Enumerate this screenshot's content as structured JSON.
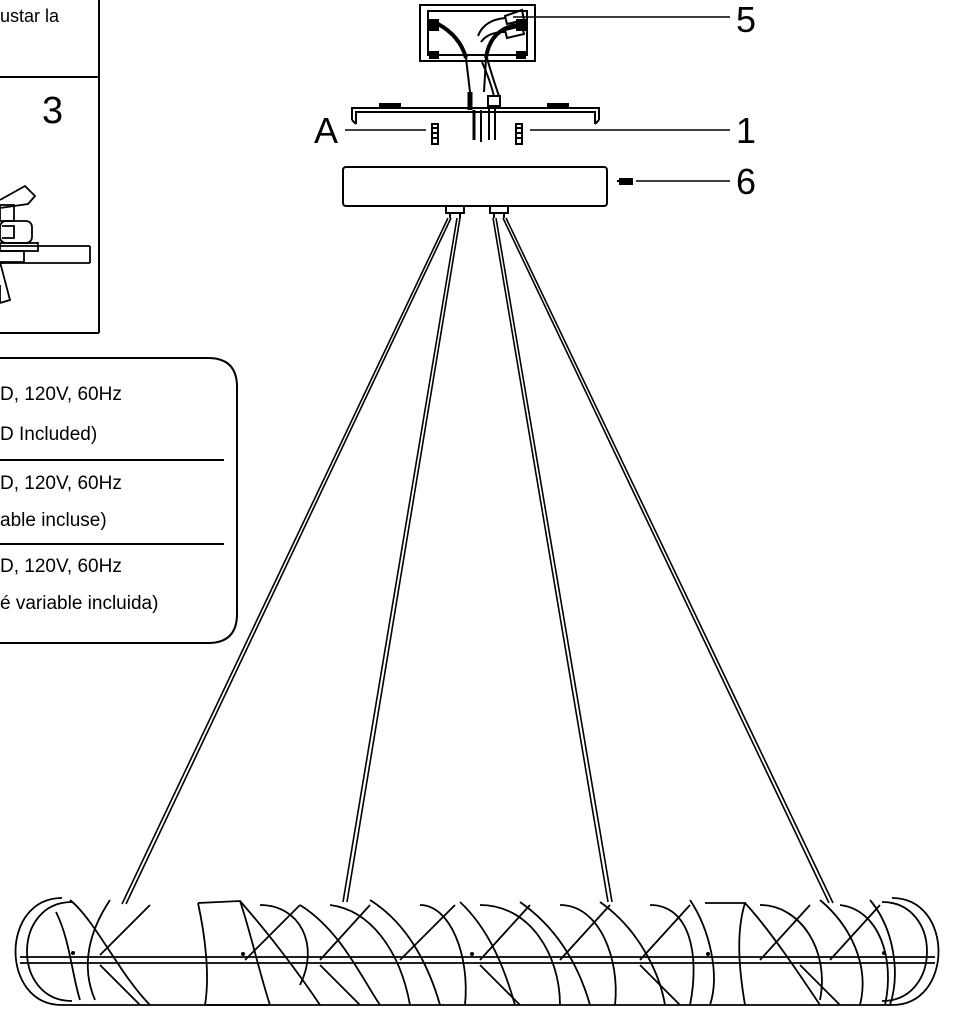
{
  "callouts": {
    "step_number": "3",
    "part_a": "A",
    "part_1": "1",
    "part_5": "5",
    "part_6": "6"
  },
  "top_panel_text": "ustar la",
  "specs": {
    "english_line1": "D, 120V, 60Hz",
    "english_line2": "D Included)",
    "french_line1": "D, 120V, 60Hz",
    "french_line2": "able incluse)",
    "spanish_line1": "D, 120V, 60Hz",
    "spanish_line2": "é variable incluida)"
  }
}
